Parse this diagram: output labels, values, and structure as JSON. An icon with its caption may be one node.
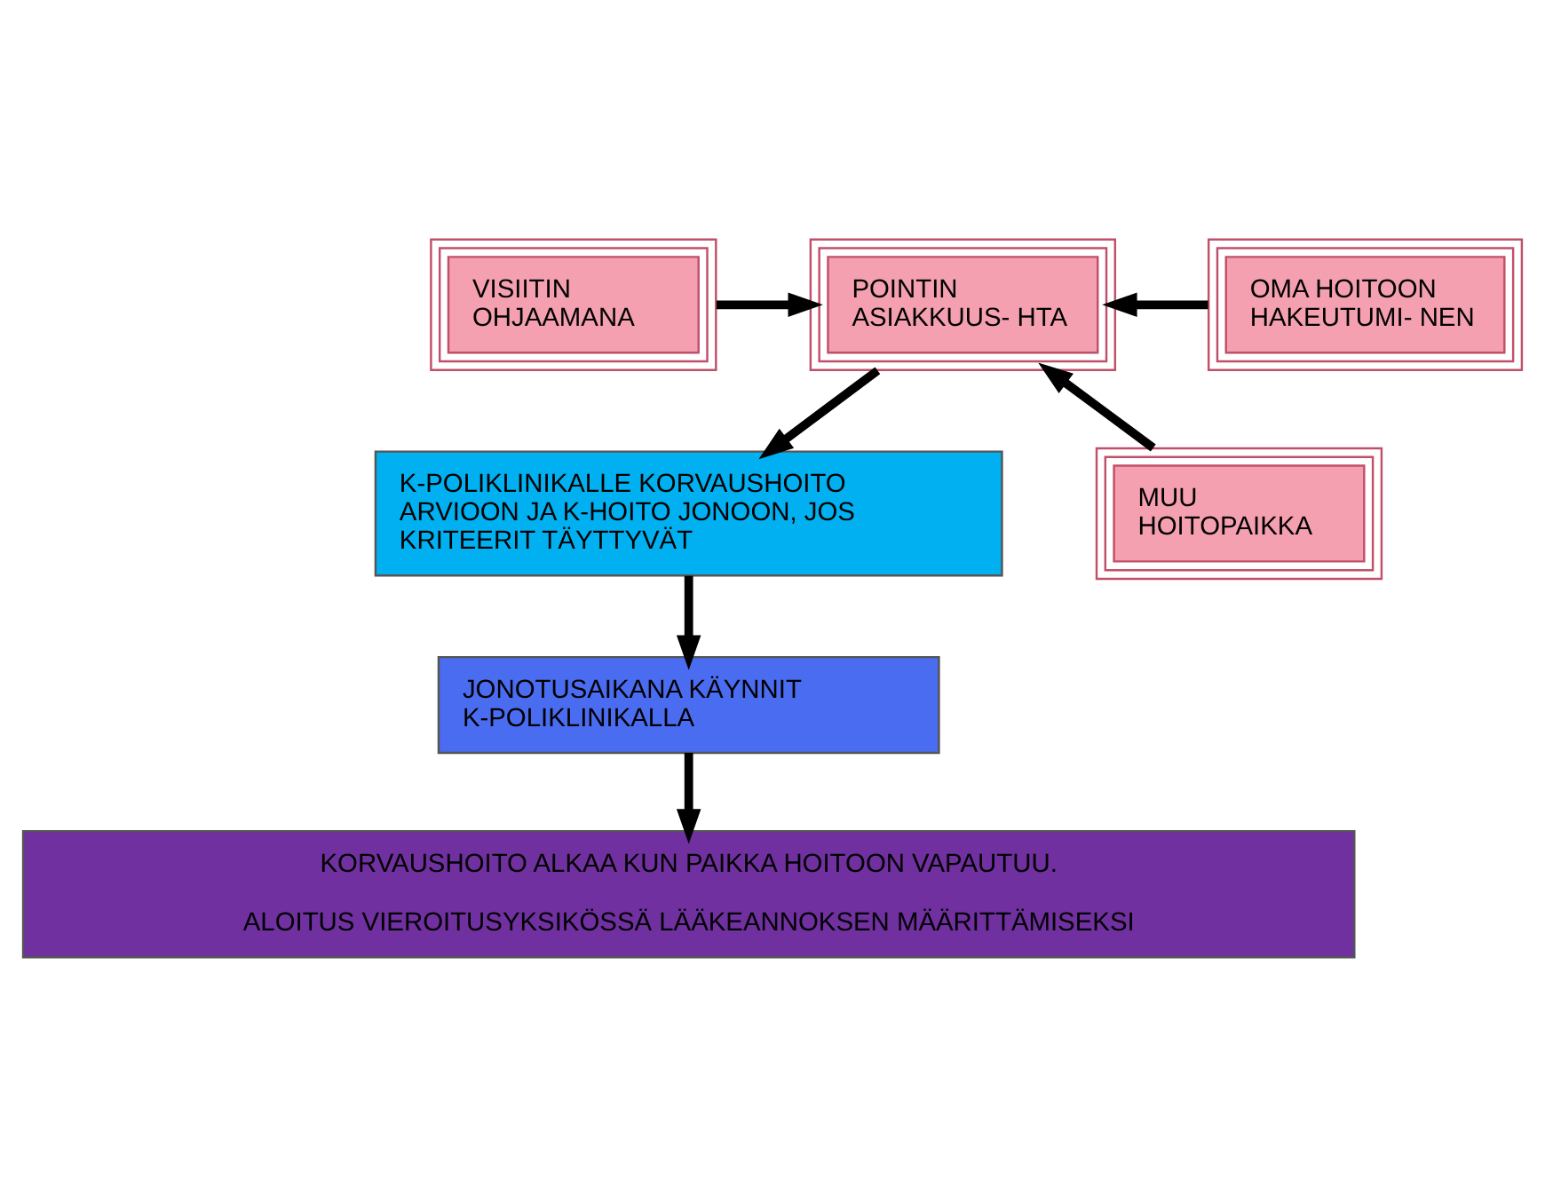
{
  "diagram": {
    "nodes": [
      {
        "text": [
          "VISIITIN OHJAAMANA"
        ]
      },
      {
        "text": [
          "POINTIN ASIAKKUUS- HTA"
        ]
      },
      {
        "text": [
          "OMA HOITOON HAKEUTUMI- NEN"
        ]
      },
      {
        "text": [
          "MUU HOITOPAIKKA"
        ]
      },
      {
        "text": [
          "K-POLIKLINIKALLE KORVAUSHOITO ARVIOON JA K-HOITO JONOON, JOS KRITEERIT TÄYTTYVÄT"
        ]
      },
      {
        "text": [
          "JONOTUSAIKANA KÄYNNIT K-POLIKLINIKALLA"
        ]
      },
      {
        "text": [
          "KORVAUSHOITO ALKAA KUN PAIKKA HOITOON VAPAUTUU.",
          "ALOITUS VIEROITUSYKSIKÖSSÄ LÄÄKEANNOKSEN MÄÄRITTÄMISEKSI"
        ]
      }
    ],
    "edges": [
      {
        "from": 0,
        "to": 1,
        "arrow": "to"
      },
      {
        "from": 2,
        "to": 1,
        "arrow": "to"
      },
      {
        "from": 1,
        "to": 4,
        "arrow": "to"
      },
      {
        "from": 3,
        "to": 1,
        "arrow": "to"
      },
      {
        "from": 4,
        "to": 5,
        "arrow": "to"
      },
      {
        "from": 5,
        "to": 6,
        "arrow": "to"
      }
    ]
  }
}
